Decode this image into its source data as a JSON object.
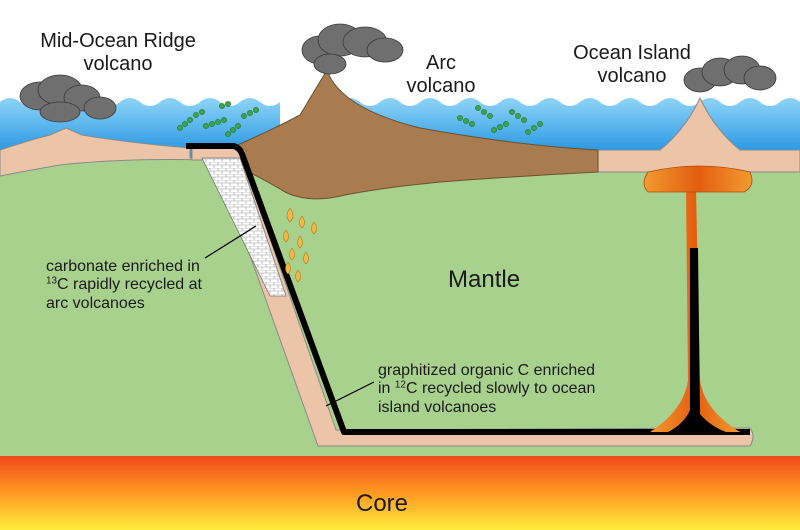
{
  "labels": {
    "mid_ocean_ridge_line1": "Mid-Ocean Ridge",
    "mid_ocean_ridge_line2": "volcano",
    "arc_line1": "Arc",
    "arc_line2": "volcano",
    "ocean_island_line1": "Ocean Island",
    "ocean_island_line2": "volcano",
    "mantle": "Mantle",
    "core": "Core"
  },
  "annotations": {
    "carbonate_line1": "carbonate enriched in",
    "carbonate_sup": "13",
    "carbonate_line2": "C rapidly recycled at",
    "carbonate_line3": "arc volcanoes",
    "graphitized_line1": "graphitized organic C enriched",
    "graphitized_pre": "in ",
    "graphitized_sup": "12",
    "graphitized_line2": "C recycled slowly to ocean",
    "graphitized_line3": "island volcanoes"
  },
  "colors": {
    "ocean": "#2e9fe6",
    "mantle": "#a9d18e",
    "crust": "#ecc4a8",
    "arc": "#a97c50",
    "slab_carbon": "#000000",
    "plume": "#e8701a",
    "smoke": "#6f6f6f",
    "algae": "#3aa64a",
    "melt": "#f2b94a",
    "core_top": "#f04a1a",
    "core_bottom": "#ffe93a"
  }
}
